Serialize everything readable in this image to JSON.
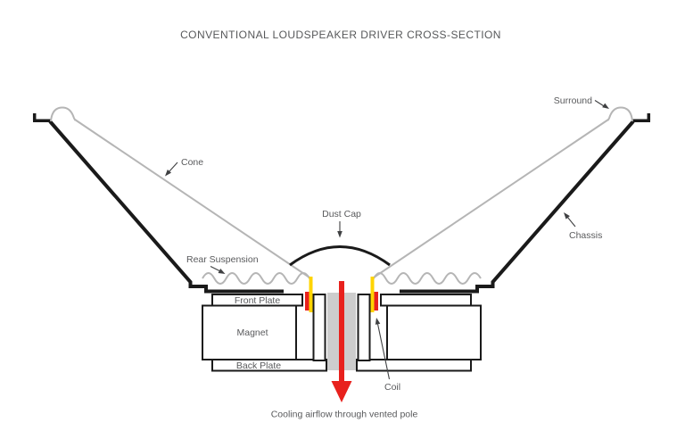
{
  "title": "CONVENTIONAL LOUDSPEAKER DRIVER CROSS-SECTION",
  "labels": {
    "surround": "Surround",
    "cone": "Cone",
    "chassis": "Chassis",
    "dust_cap": "Dust Cap",
    "rear_suspension": "Rear Suspension",
    "front_plate": "Front Plate",
    "magnet": "Magnet",
    "back_plate": "Back Plate",
    "coil": "Coil"
  },
  "caption": "Cooling airflow through vented pole",
  "colors": {
    "outline_black": "#1A1A1A",
    "line_gray": "#B5B5B5",
    "text_gray": "#595A5C",
    "coil_red": "#E8211D",
    "former_yellow": "#FFD400",
    "pole_vent_gray": "#CDCDCD",
    "airflow_red": "#E8211D"
  }
}
